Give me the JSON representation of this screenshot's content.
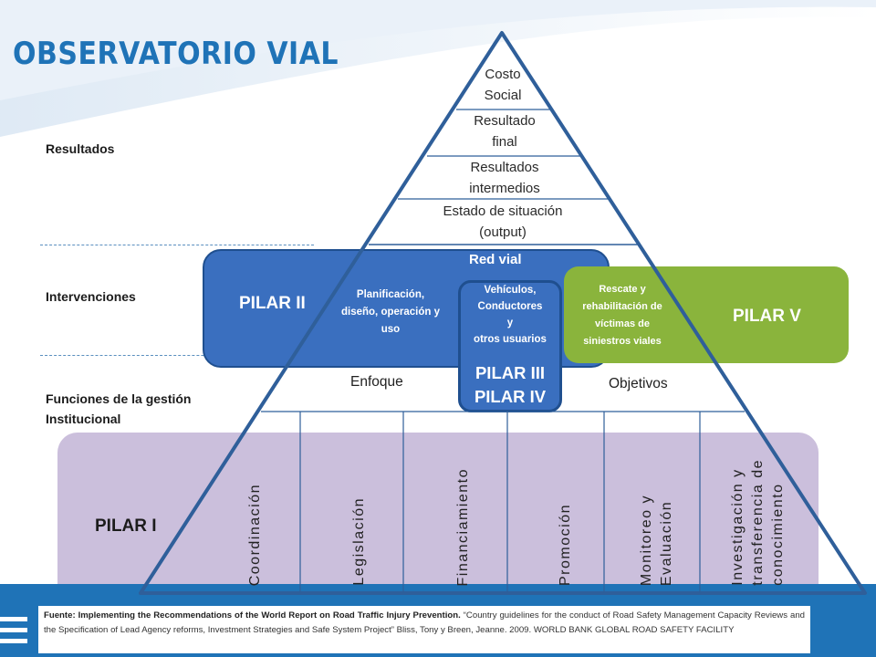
{
  "header": {
    "brand": "OBSERVATORIO VIAL"
  },
  "side_labels": {
    "resultados": "Resultados",
    "intervenciones": "Intervenciones",
    "funciones_line1": "Funciones de la gestión",
    "funciones_line2": "Institucional"
  },
  "pyramid_levels": [
    {
      "line1": "Costo",
      "line2": "Social"
    },
    {
      "line1": "Resultado",
      "line2": "final"
    },
    {
      "line1": "Resultados",
      "line2": "intermedios"
    },
    {
      "line1": "Estado de situación",
      "line2": "(output)"
    }
  ],
  "pilar2": {
    "label": "PILAR II",
    "heading": "Red vial",
    "text": [
      "Planificación,",
      "diseño, operación y",
      "uso"
    ]
  },
  "pilar34": {
    "text": [
      "Vehículos,",
      "Conductores",
      "y",
      "otros usuarios"
    ],
    "label1": "PILAR III",
    "label2": "PILAR IV"
  },
  "pilar5": {
    "label": "PILAR V",
    "text": [
      "Rescate y",
      "rehabilitación de",
      "víctimas de",
      "siniestros viales"
    ]
  },
  "middle": {
    "enfoque": "Enfoque",
    "objetivos": "Objetivos"
  },
  "pilar1": {
    "label": "PILAR I"
  },
  "columns": [
    {
      "lines": [
        "Coordinación"
      ]
    },
    {
      "lines": [
        "Legislación"
      ]
    },
    {
      "lines": [
        "Financiamiento"
      ]
    },
    {
      "lines": [
        "Promoción"
      ]
    },
    {
      "lines": [
        "Monitoreo y",
        "Evaluación"
      ]
    },
    {
      "lines": [
        "Investigación y",
        "transferencia de",
        "conocimiento"
      ]
    }
  ],
  "footer": {
    "bold": "Fuente: Implementing the Recommendations of the World Report on Road Traffic Injury Prevention.",
    "rest": " “Country guidelines for the conduct of Road Safety Management Capacity Reviews and the Specification of Lead Agency reforms, Investment Strategies and Safe System Project” Bliss, Tony y Breen, Jeanne. 2009. WORLD BANK GLOBAL ROAD SAFETY FACILITY"
  },
  "colors": {
    "blue": "#3a6fbf",
    "blue_dark": "#1f4f8f",
    "green": "#8ab43c",
    "purple": "#cbbfdc",
    "pyramid_line": "#2f5f9a"
  }
}
